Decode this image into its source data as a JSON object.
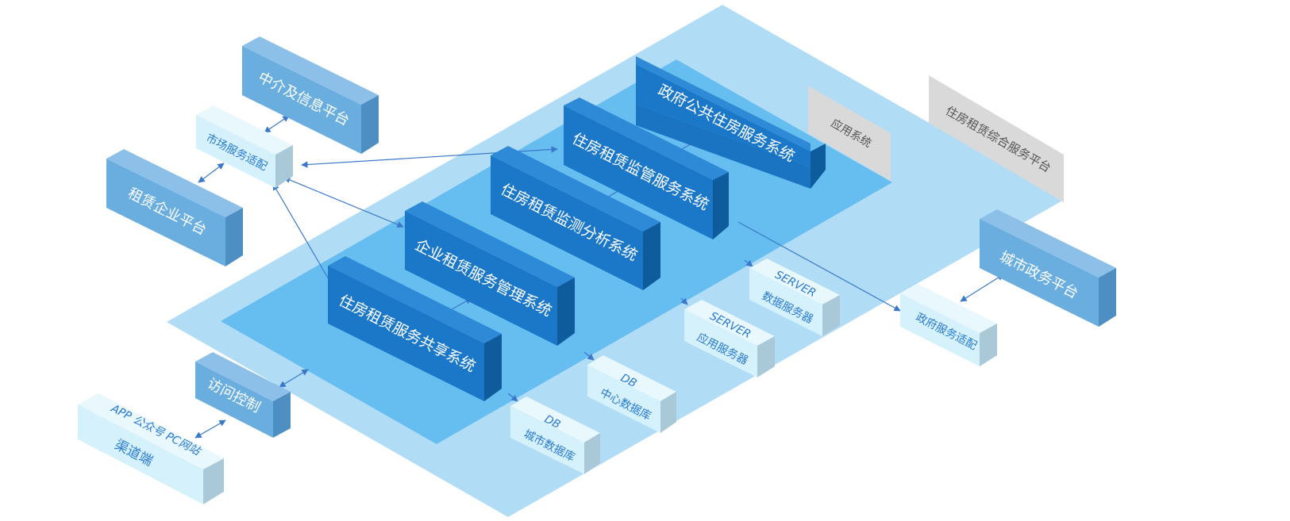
{
  "planes": {
    "platform_label": "住房租赁综合服务平台",
    "app_label": "应用系统"
  },
  "systems": [
    {
      "key": "gov-public-housing",
      "label": "政府公共住房服务系统"
    },
    {
      "key": "rental-supervision",
      "label": "住房租赁监管服务系统"
    },
    {
      "key": "rental-monitoring",
      "label": "住房租赁监测分析系统"
    },
    {
      "key": "enterprise-rental",
      "label": "企业租赁服务管理系统"
    },
    {
      "key": "rental-sharing",
      "label": "住房租赁服务共享系统"
    }
  ],
  "servers": {
    "data_server": {
      "tag": "SERVER",
      "label": "数据服务器"
    },
    "app_server": {
      "tag": "SERVER",
      "label": "应用服务器"
    },
    "central_db": {
      "tag": "DB",
      "label": "中心数据库"
    },
    "city_db": {
      "tag": "DB",
      "label": "城市数据库"
    }
  },
  "external": {
    "agency_platform": "中介及信息平台",
    "market_adapter": "市场服务适配",
    "rental_enterprise": "租赁企业平台",
    "access_control": "访问控制",
    "channel_top": "APP  公众号  PC网站",
    "channel_bottom": "渠道端",
    "city_gov_platform": "城市政务平台",
    "gov_adapter": "政府服务适配"
  },
  "colors": {
    "outer_plane": "#b0dcf6",
    "inner_plane": "#66bdf0",
    "system_block": "#1b78c8",
    "external_block": "#6aaee0",
    "adapter_block": "#d4f1fc",
    "gray_sign": "#d9d9d9",
    "connector": "#3a78c9"
  }
}
